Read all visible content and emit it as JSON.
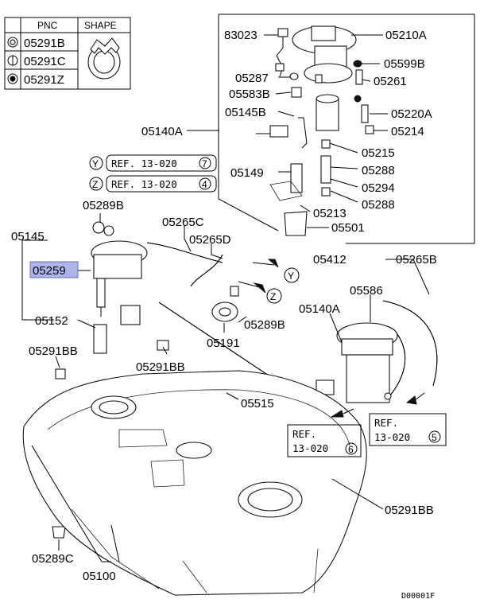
{
  "legend": {
    "col_pnc": "PNC",
    "col_shape": "SHAPE",
    "rows": [
      {
        "symbol": "circle-in-circle",
        "pnc": "05291B"
      },
      {
        "symbol": "circle-bar",
        "pnc": "05291C"
      },
      {
        "symbol": "filled-circle",
        "pnc": "05291Z"
      }
    ]
  },
  "refs": {
    "y": {
      "letter": "Y",
      "text": "REF. 13-020",
      "num": "7"
    },
    "z": {
      "letter": "Z",
      "text": "REF. 13-020",
      "num": "4"
    },
    "r6": {
      "line1": "REF.",
      "line2": "13-020",
      "num": "6"
    },
    "r5": {
      "line1": "REF.",
      "line2": "13-020",
      "num": "5"
    }
  },
  "arrow_markers": {
    "y": "Y",
    "z": "Z"
  },
  "labels": {
    "p83023": "83023",
    "p05210A": "05210A",
    "p05599B": "05599B",
    "p05287": "05287",
    "p05261": "05261",
    "p05583B": "05583B",
    "p05145B": "05145B",
    "p05220A": "05220A",
    "p05140A_top": "05140A",
    "p05214": "05214",
    "p05215": "05215",
    "p05149": "05149",
    "p05288_a": "05288",
    "p05294": "05294",
    "p05288_b": "05288",
    "p05213": "05213",
    "p05501": "05501",
    "p05289B_a": "05289B",
    "p05265C": "05265C",
    "p05145": "05145",
    "p05265D": "05265D",
    "p05259": "05259",
    "p05412": "05412",
    "p05265B": "05265B",
    "p05586": "05586",
    "p05140A_right": "05140A",
    "p05152": "05152",
    "p05289B_b": "05289B",
    "p05191": "05191",
    "p05291BB_a": "05291BB",
    "p05291BB_b": "05291BB",
    "p05515": "05515",
    "p05291BB_c": "05291BB",
    "p05289C": "05289C",
    "p05100": "05100"
  },
  "highlight_part": "05259",
  "diagram_code": "D00001F",
  "colors": {
    "highlight": "#aeb3e8",
    "line": "#000000",
    "background": "#ffffff"
  }
}
